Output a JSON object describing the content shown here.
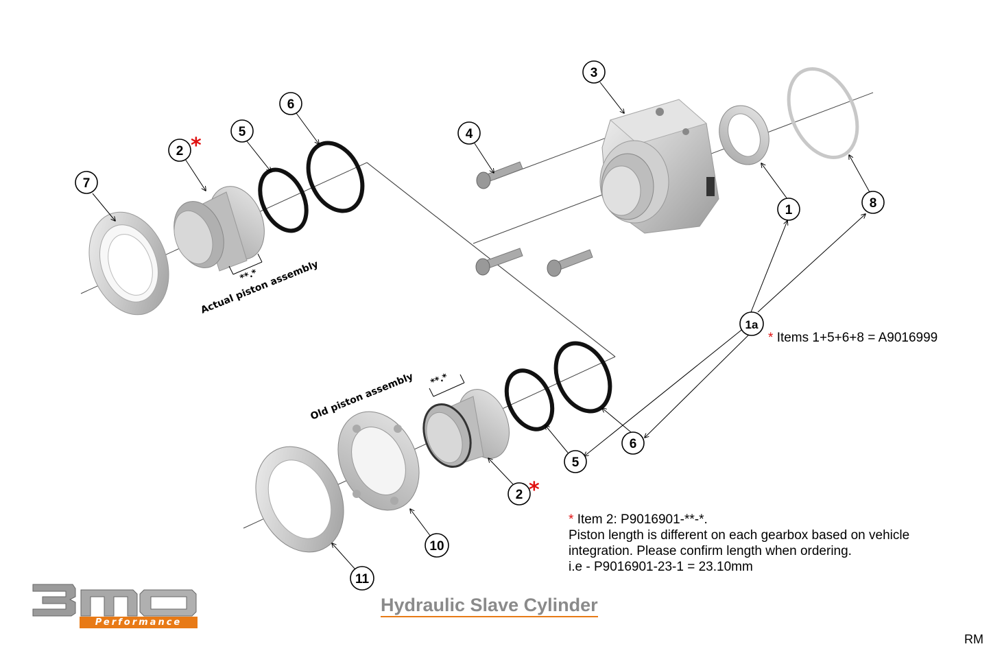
{
  "callouts": {
    "c1": "1",
    "c1a": "1a",
    "c2_top": "2",
    "c2_bottom": "2",
    "c3": "3",
    "c4": "4",
    "c5_top": "5",
    "c5_bottom": "5",
    "c6_top": "6",
    "c6_bottom": "6",
    "c7": "7",
    "c8": "8",
    "c10": "10",
    "c11": "11"
  },
  "star": "*",
  "labels": {
    "actual_assembly": "Actual piston assembly",
    "old_assembly": "Old piston assembly",
    "dim_top": "**.*",
    "dim_bottom": "**.*"
  },
  "notes": {
    "kit_star": "*",
    "kit_text": "Items 1+5+6+8 = A9016999",
    "item2_star": "*",
    "item2_line1": "Item 2: P9016901-**-*.",
    "item2_line2": "Piston length is different on each gearbox based on vehicle",
    "item2_line3": "integration. Please confirm length when ordering.",
    "item2_line4": "i.e - P9016901-23-1 = 23.10mm"
  },
  "title": "Hydraulic Slave Cylinder",
  "revision": "RM",
  "logo": {
    "brand": "3mo",
    "tagline": "Performance"
  },
  "colors": {
    "accent_orange": "#e87a16",
    "star_red": "#e01010",
    "title_gray": "#8a8a8a"
  }
}
